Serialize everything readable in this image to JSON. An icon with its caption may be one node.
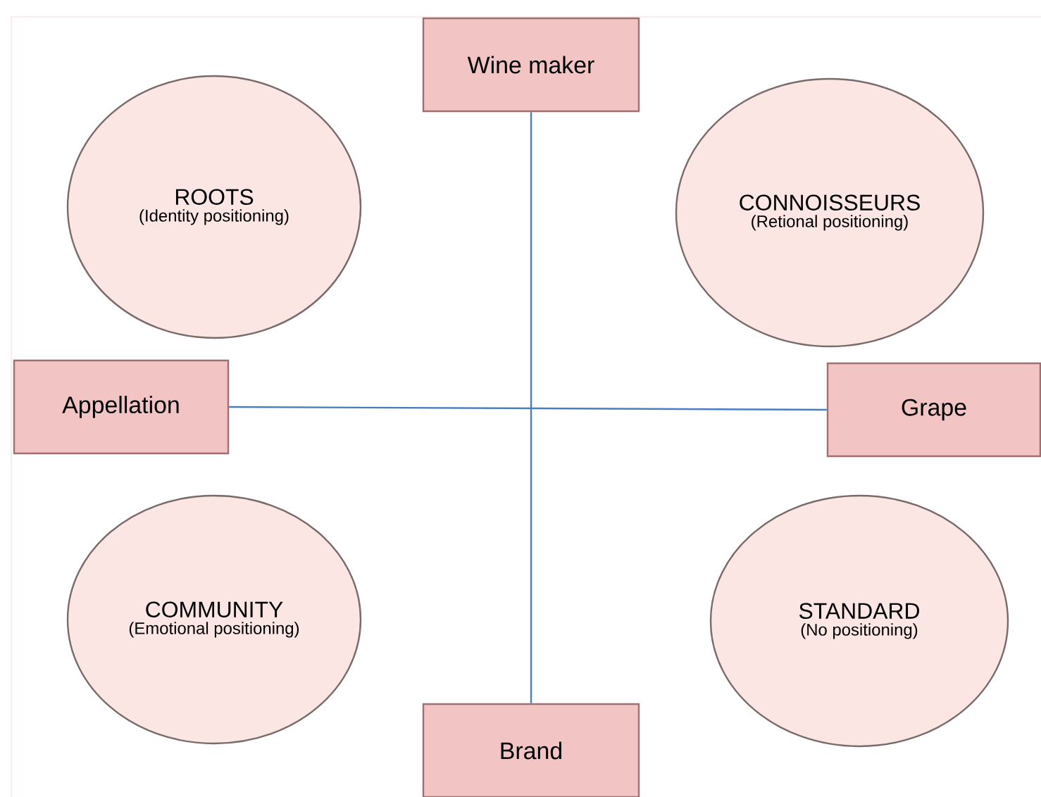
{
  "diagram": {
    "nodes": [
      {
        "text": [
          "Wine maker"
        ]
      },
      {
        "text": [
          "ROOTS",
          "(Identity positioning)"
        ]
      },
      {
        "text": [
          "CONNOISSEURS",
          "(Retional positioning)"
        ]
      },
      {
        "text": [
          "Appellation"
        ]
      },
      {
        "text": [
          "Grape"
        ]
      },
      {
        "text": [
          "COMMUNITY",
          "(Emotional positioning)"
        ]
      },
      {
        "text": [
          "STANDARD",
          "(No positioning)"
        ]
      },
      {
        "text": [
          "Brand"
        ]
      }
    ],
    "edges": [
      {
        "from": 0,
        "to": 7,
        "arrow": "none"
      },
      {
        "from": 3,
        "to": 4,
        "arrow": "none"
      }
    ]
  }
}
